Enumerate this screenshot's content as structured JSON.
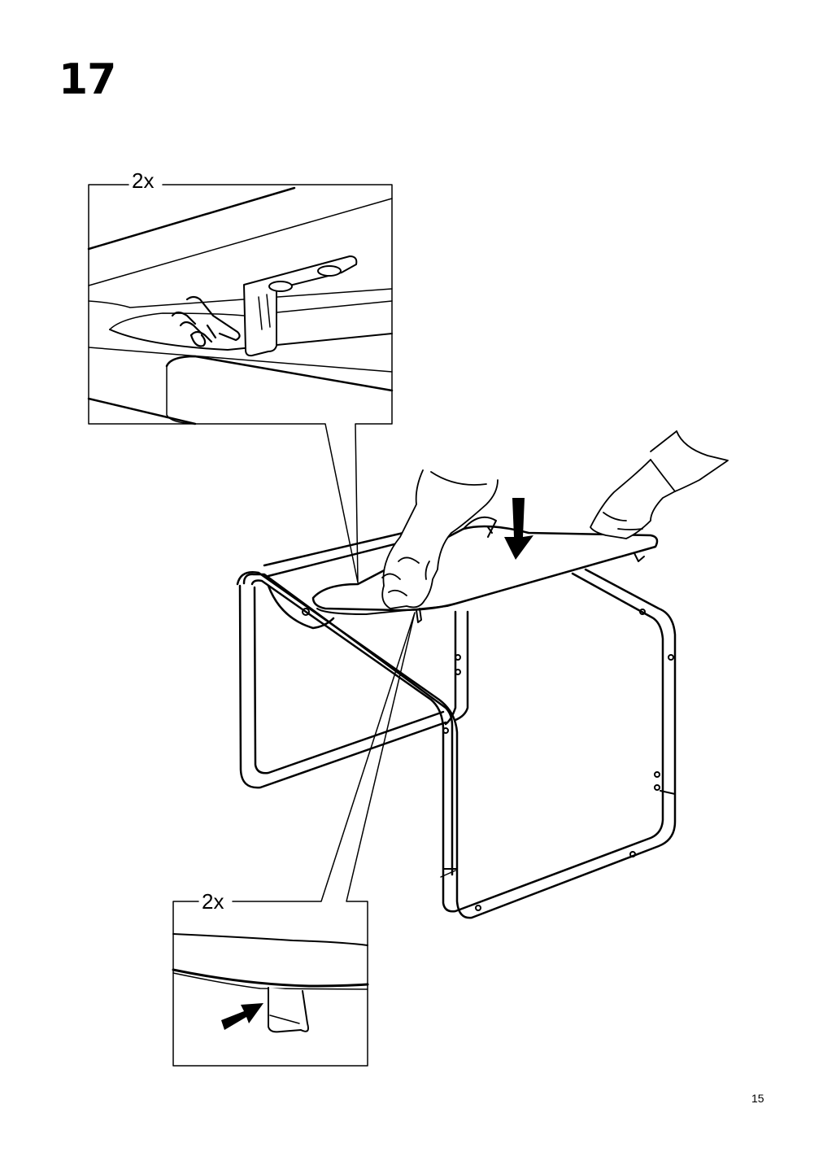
{
  "step": {
    "number": "17"
  },
  "callouts": {
    "top": {
      "quantity": "2x",
      "icon": "pointing-hand-icon"
    },
    "bottom": {
      "quantity": "2x",
      "icon": "push-arrow-icon"
    }
  },
  "main": {
    "direction_icon": "down-arrow-icon"
  },
  "footer": {
    "page_number": "15"
  }
}
